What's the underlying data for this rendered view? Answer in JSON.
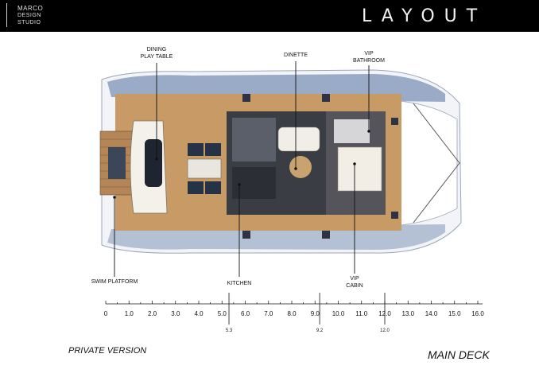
{
  "header": {
    "title": "LAYOUT",
    "logo_line1": "MARCO",
    "logo_line2": "DESIGN",
    "logo_line3": "STUDIO"
  },
  "labels": {
    "dining": "DINING\nPLAY TABLE",
    "dinette": "DINETTE",
    "vip_bathroom": "VIP\nBATHROOM",
    "swim_platform": "SWIM PLATFORM",
    "kitchen": "KITCHEN",
    "vip_cabin": "VIP\nCABIN"
  },
  "scale": {
    "ticks": [
      "0",
      "1.0",
      "2.0",
      "3.0",
      "4.0",
      "5.0",
      "6.0",
      "7.0",
      "8.0",
      "9.0",
      "10.0",
      "11.0",
      "12.0",
      "13.0",
      "14.0",
      "15.0",
      "16.0"
    ],
    "markers": [
      "5.3",
      "9.2",
      "12.0"
    ]
  },
  "footer": {
    "version": "PRIVATE VERSION",
    "deck": "MAIN DECK"
  },
  "colors": {
    "teak": "#c79a66",
    "hull": "#eef1f6",
    "roof_blue": "#7f94b6",
    "interior_dark": "#3a3d44"
  }
}
